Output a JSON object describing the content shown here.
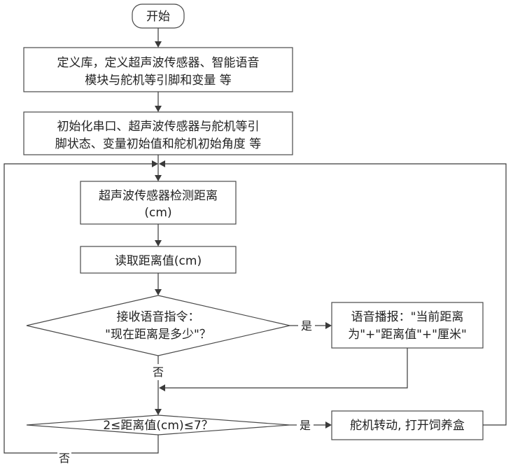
{
  "flowchart": {
    "start": "开始",
    "step_define": [
      "定义库，定义超声波传感器、智能语音",
      "模块与舵机等引脚和变量 等"
    ],
    "step_init": [
      "初始化串口、超声波传感器与舵机等引",
      "脚状态、变量初始值和舵机初始角度 等"
    ],
    "step_measure": [
      "超声波传感器检测距离",
      "(cm)"
    ],
    "step_read": "读取距离值(cm)",
    "decision_voice": [
      "接收语音指令：",
      "\"现在距离是多少\"？"
    ],
    "action_broadcast": [
      "语音播报：\"当前距离",
      "为\"+\"距离值\"+\"厘米\""
    ],
    "decision_range": "2≤距离值(cm)≤7？",
    "action_servo": "舵机转动, 打开饲养盒",
    "label_yes_1": "是",
    "label_no_1": "否",
    "label_yes_2": "是",
    "label_no_2": "否"
  }
}
